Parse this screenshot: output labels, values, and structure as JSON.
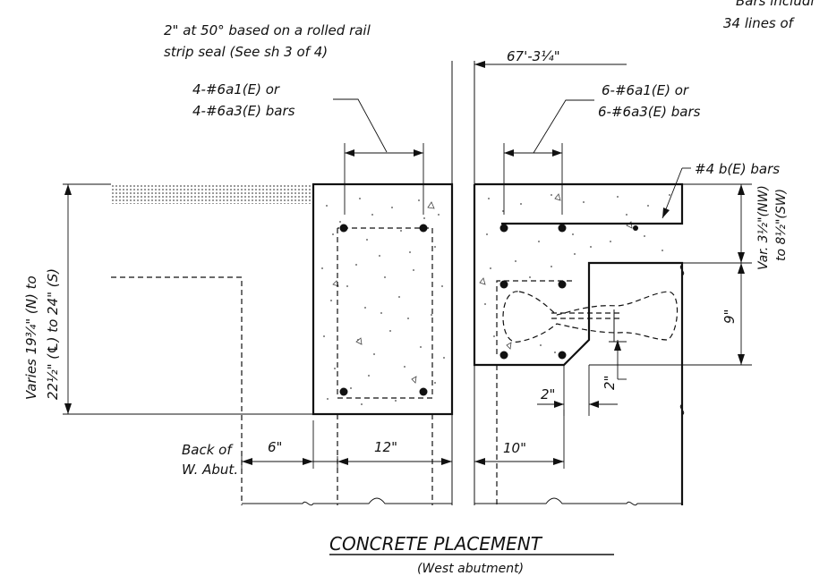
{
  "notes": {
    "top_note_line1": "2\" at 50° based on a rolled rail",
    "top_note_line2": "strip seal (See sh 3 of 4)",
    "corner_line1": "Bars includi",
    "corner_line2": "34 lines of"
  },
  "dimensions": {
    "overall_length": "67'-3¼\"",
    "varies_line1": "Varies 19¾\" (N) to",
    "varies_line2": "22½\" (℄) to 24\" (S)",
    "var_line1": "Var. 3½\"(NW)",
    "var_line2": "to 8½\"(SW)",
    "nine_in": "9\"",
    "two_in_horizontal": "2\"",
    "two_in_vertical": "2\"",
    "six_in": "6\"",
    "twelve_in": "12\"",
    "ten_in": "10\""
  },
  "callouts": {
    "left_bars_line1": "4-#6a1(E) or",
    "left_bars_line2": "4-#6a3(E) bars",
    "right_bars_line1": "6-#6a1(E) or",
    "right_bars_line2": "6-#6a3(E) bars",
    "b_bars": "#4 b(E) bars",
    "back_of_abut_line1": "Back of",
    "back_of_abut_line2": "W. Abut."
  },
  "title": {
    "main": "CONCRETE PLACEMENT",
    "sub": "(West abutment)"
  }
}
